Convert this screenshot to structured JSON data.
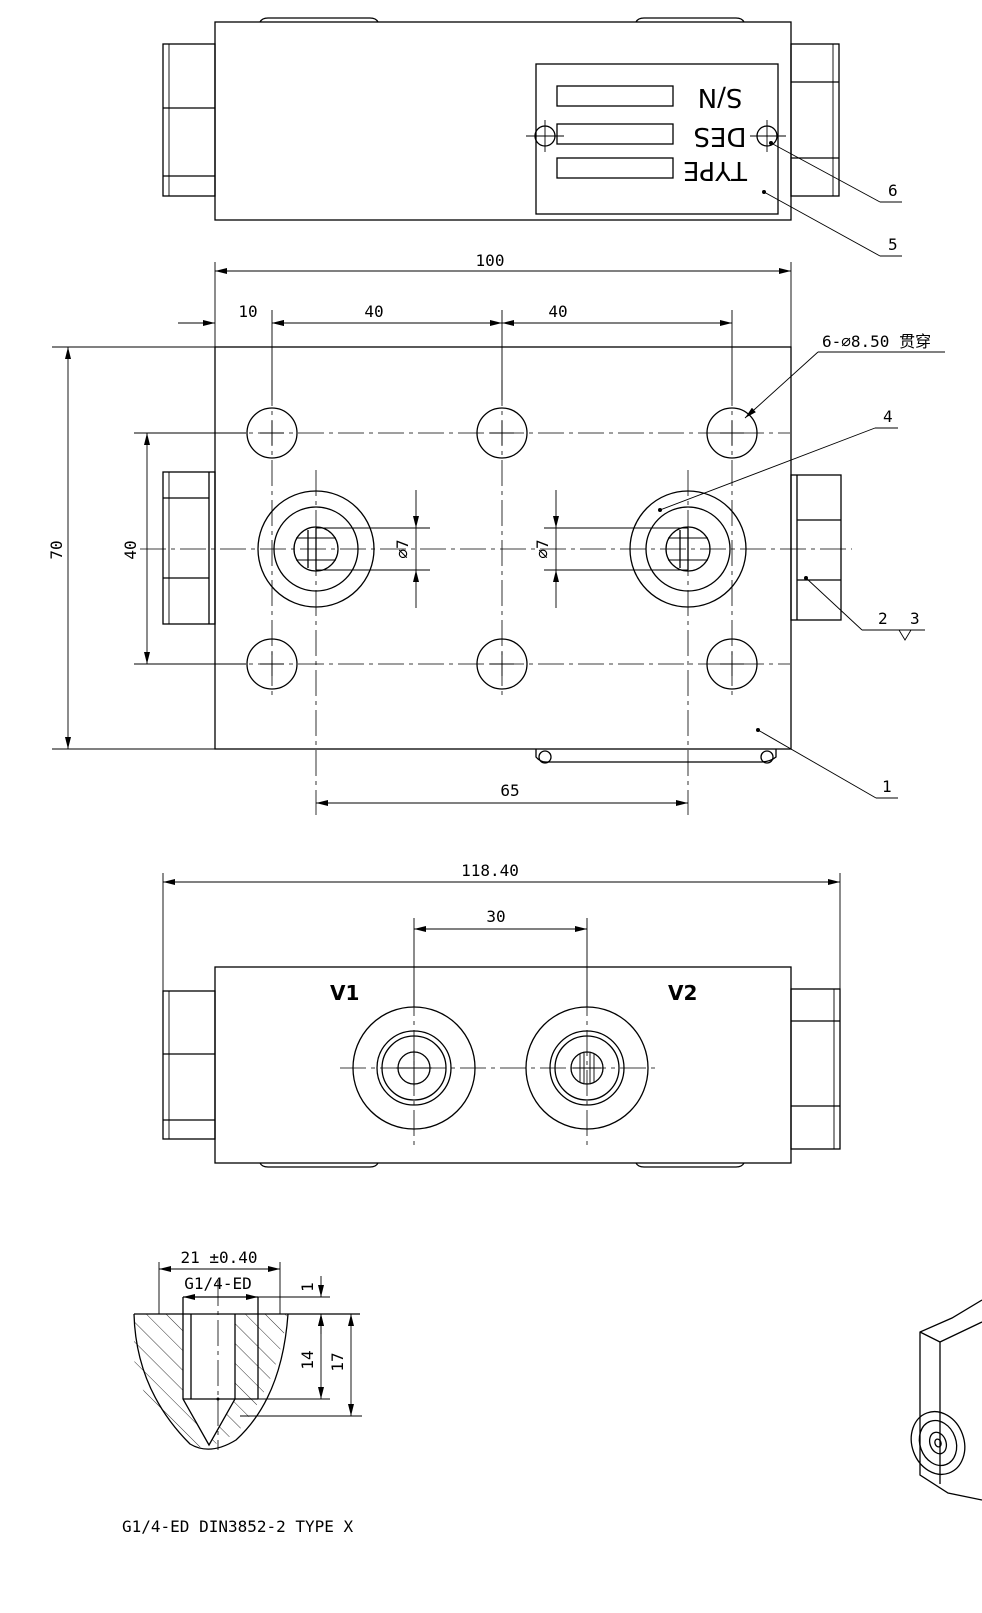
{
  "views": {
    "top": {
      "nameplate": {
        "labels": [
          "S/N",
          "DES",
          "TYPE"
        ]
      },
      "callouts": [
        "6",
        "5"
      ]
    },
    "front": {
      "dimensions": {
        "width": "100",
        "edge": "10",
        "pitch_left": "40",
        "pitch_right": "40",
        "height": "70",
        "hole_pitch": "40",
        "port_dia_left": "⌀7",
        "port_dia_right": "⌀7",
        "port_spacing": "65"
      },
      "hole_note": "6-⌀8.50 贯穿",
      "callouts": [
        "4",
        "2",
        "3",
        "1"
      ]
    },
    "bottom": {
      "dimensions": {
        "overall": "118.40",
        "port_spacing": "30"
      },
      "ports": [
        "V1",
        "V2"
      ]
    },
    "detail": {
      "dimensions": {
        "counterbore": "21 ±0.40",
        "thread": "G1/4-ED",
        "depth_small": "1",
        "depth_thread": "14",
        "depth_total": "17"
      },
      "caption": "G1/4-ED DIN3852-2 TYPE X"
    }
  }
}
